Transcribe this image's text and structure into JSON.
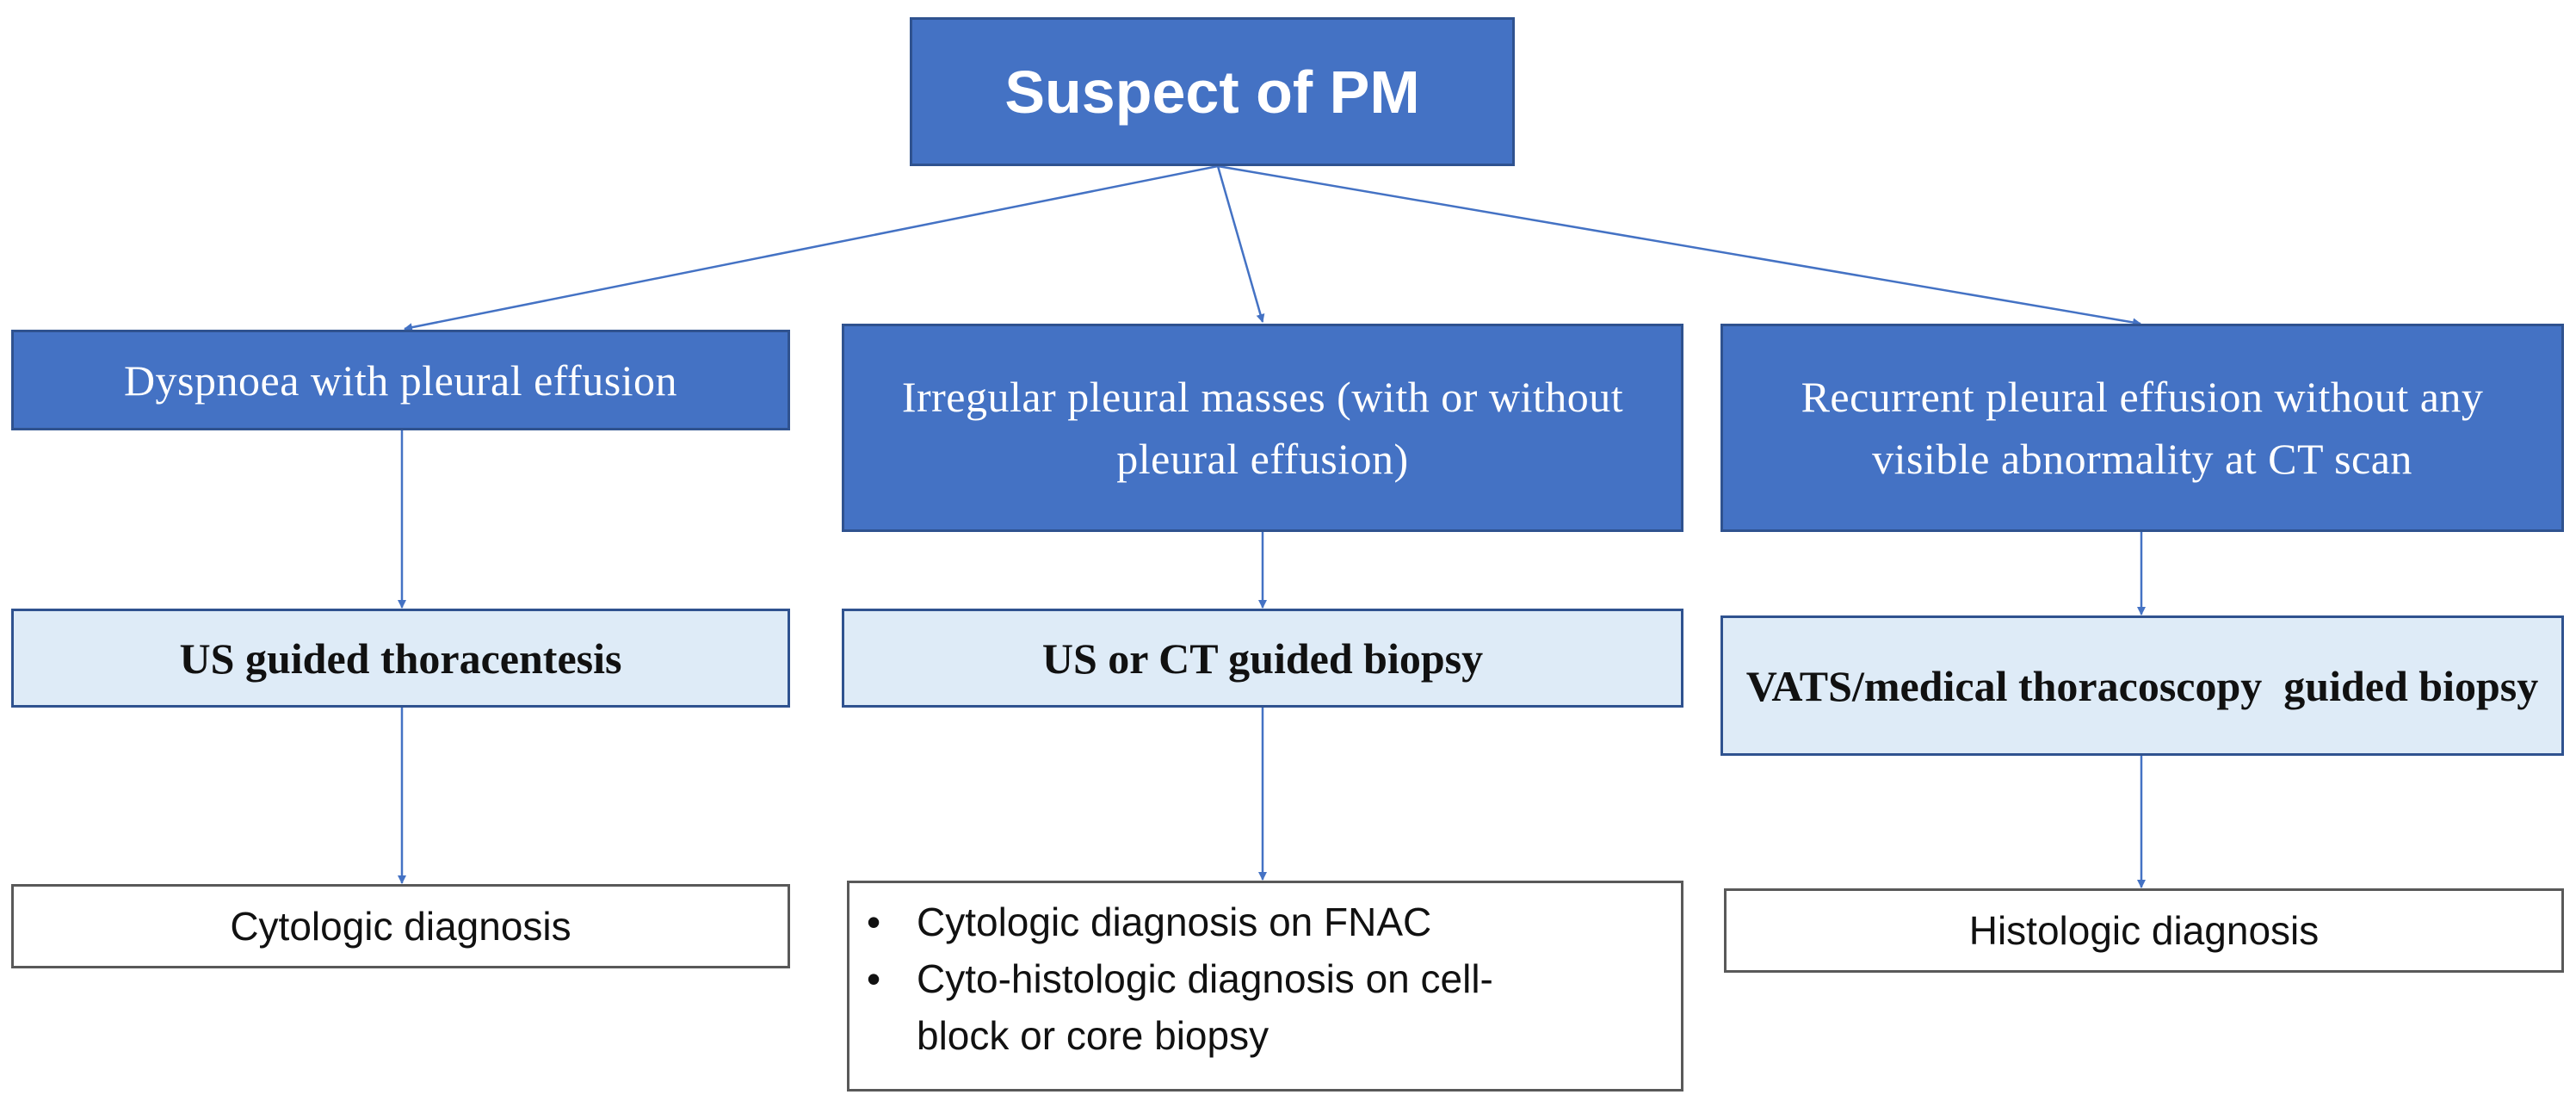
{
  "root": {
    "label": "Suspect of PM"
  },
  "branches": [
    {
      "finding": "Dyspnoea with pleural effusion",
      "procedure": "US guided thoracentesis",
      "diagnosis": "Cytologic diagnosis"
    },
    {
      "finding": "Irregular pleural masses (with or without pleural effusion)",
      "procedure": "US or CT guided biopsy",
      "diagnosis_items": [
        "Cytologic diagnosis on FNAC",
        "Cyto-histologic diagnosis on cell-block or core biopsy"
      ]
    },
    {
      "finding": "Recurrent pleural effusion without any visible abnormality at CT scan",
      "procedure": "VATS/medical thoracoscopy  guided biopsy",
      "diagnosis": "Histologic diagnosis"
    }
  ],
  "colors": {
    "primary_fill": "#4472c4",
    "primary_border": "#2f528f",
    "procedure_fill": "#deebf7",
    "connector": "#4472c4"
  }
}
